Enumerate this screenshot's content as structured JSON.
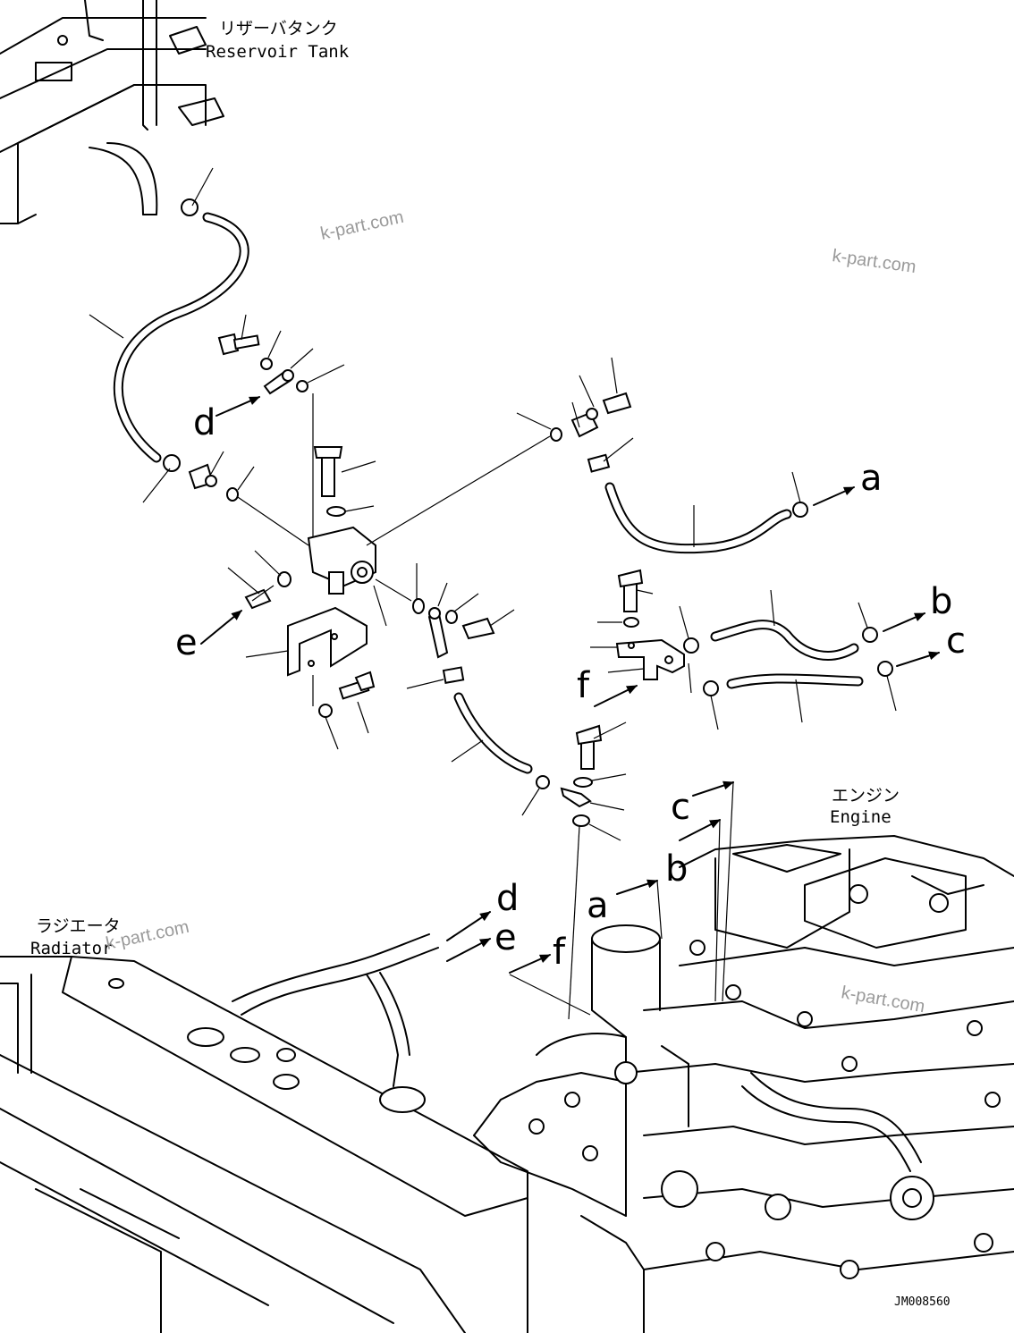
{
  "labels": {
    "reservoir_tank_jp": "リザーバタンク",
    "reservoir_tank_en": "Reservoir Tank",
    "engine_jp": "エンジン",
    "engine_en": "Engine",
    "radiator_jp": "ラジエータ",
    "radiator_en": "Radiator"
  },
  "callouts": {
    "a_top": "a",
    "b_top": "b",
    "c_top": "c",
    "d_top": "d",
    "e_top": "e",
    "f_top": "f",
    "a_bottom": "a",
    "b_bottom": "b",
    "c_bottom": "c",
    "d_bottom": "d",
    "e_bottom": "e",
    "f_bottom": "f"
  },
  "watermarks": [
    "k-part.com",
    "k-part.com",
    "k-part.com",
    "k-part.com"
  ],
  "drawing_code": "JM008560"
}
